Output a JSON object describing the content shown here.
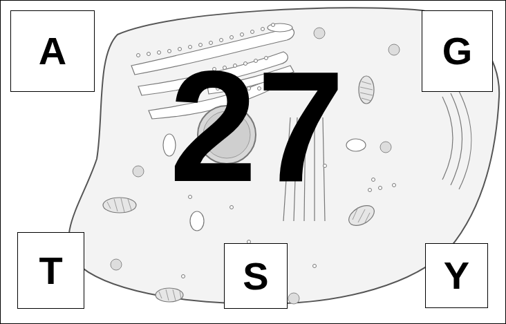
{
  "diagram": {
    "nodes": [
      {
        "text": [
          "A"
        ]
      },
      {
        "text": [
          "G"
        ]
      },
      {
        "text": [
          "T"
        ]
      },
      {
        "text": [
          "S"
        ]
      },
      {
        "text": [
          "Y"
        ]
      }
    ],
    "labels": [
      "27"
    ]
  }
}
